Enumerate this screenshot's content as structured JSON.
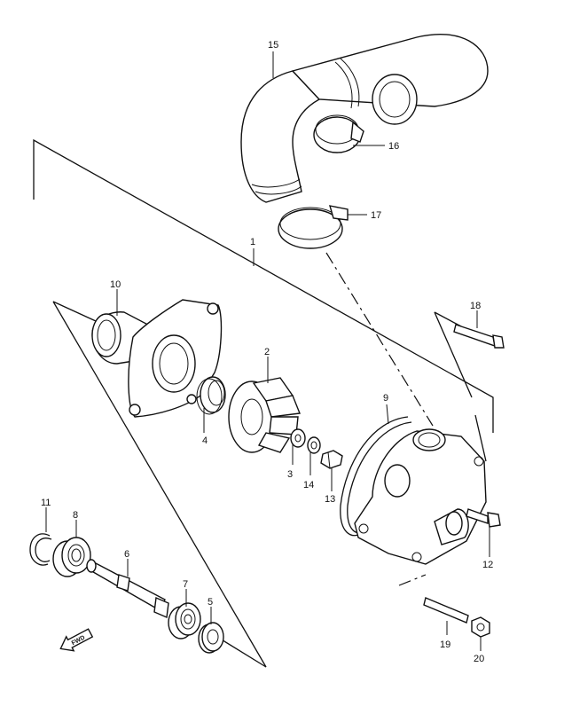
{
  "diagram": {
    "callouts": [
      {
        "id": "c1",
        "label": "1"
      },
      {
        "id": "c2",
        "label": "2"
      },
      {
        "id": "c3",
        "label": "3"
      },
      {
        "id": "c4",
        "label": "4"
      },
      {
        "id": "c5",
        "label": "5"
      },
      {
        "id": "c6",
        "label": "6"
      },
      {
        "id": "c7",
        "label": "7"
      },
      {
        "id": "c8",
        "label": "8"
      },
      {
        "id": "c9",
        "label": "9"
      },
      {
        "id": "c10",
        "label": "10"
      },
      {
        "id": "c11",
        "label": "11"
      },
      {
        "id": "c12",
        "label": "12"
      },
      {
        "id": "c13",
        "label": "13"
      },
      {
        "id": "c14",
        "label": "14"
      },
      {
        "id": "c15",
        "label": "15"
      },
      {
        "id": "c16",
        "label": "16"
      },
      {
        "id": "c17",
        "label": "17"
      },
      {
        "id": "c18",
        "label": "18"
      },
      {
        "id": "c19",
        "label": "19"
      },
      {
        "id": "c20",
        "label": "20"
      }
    ],
    "fwd_label": "FWD"
  }
}
